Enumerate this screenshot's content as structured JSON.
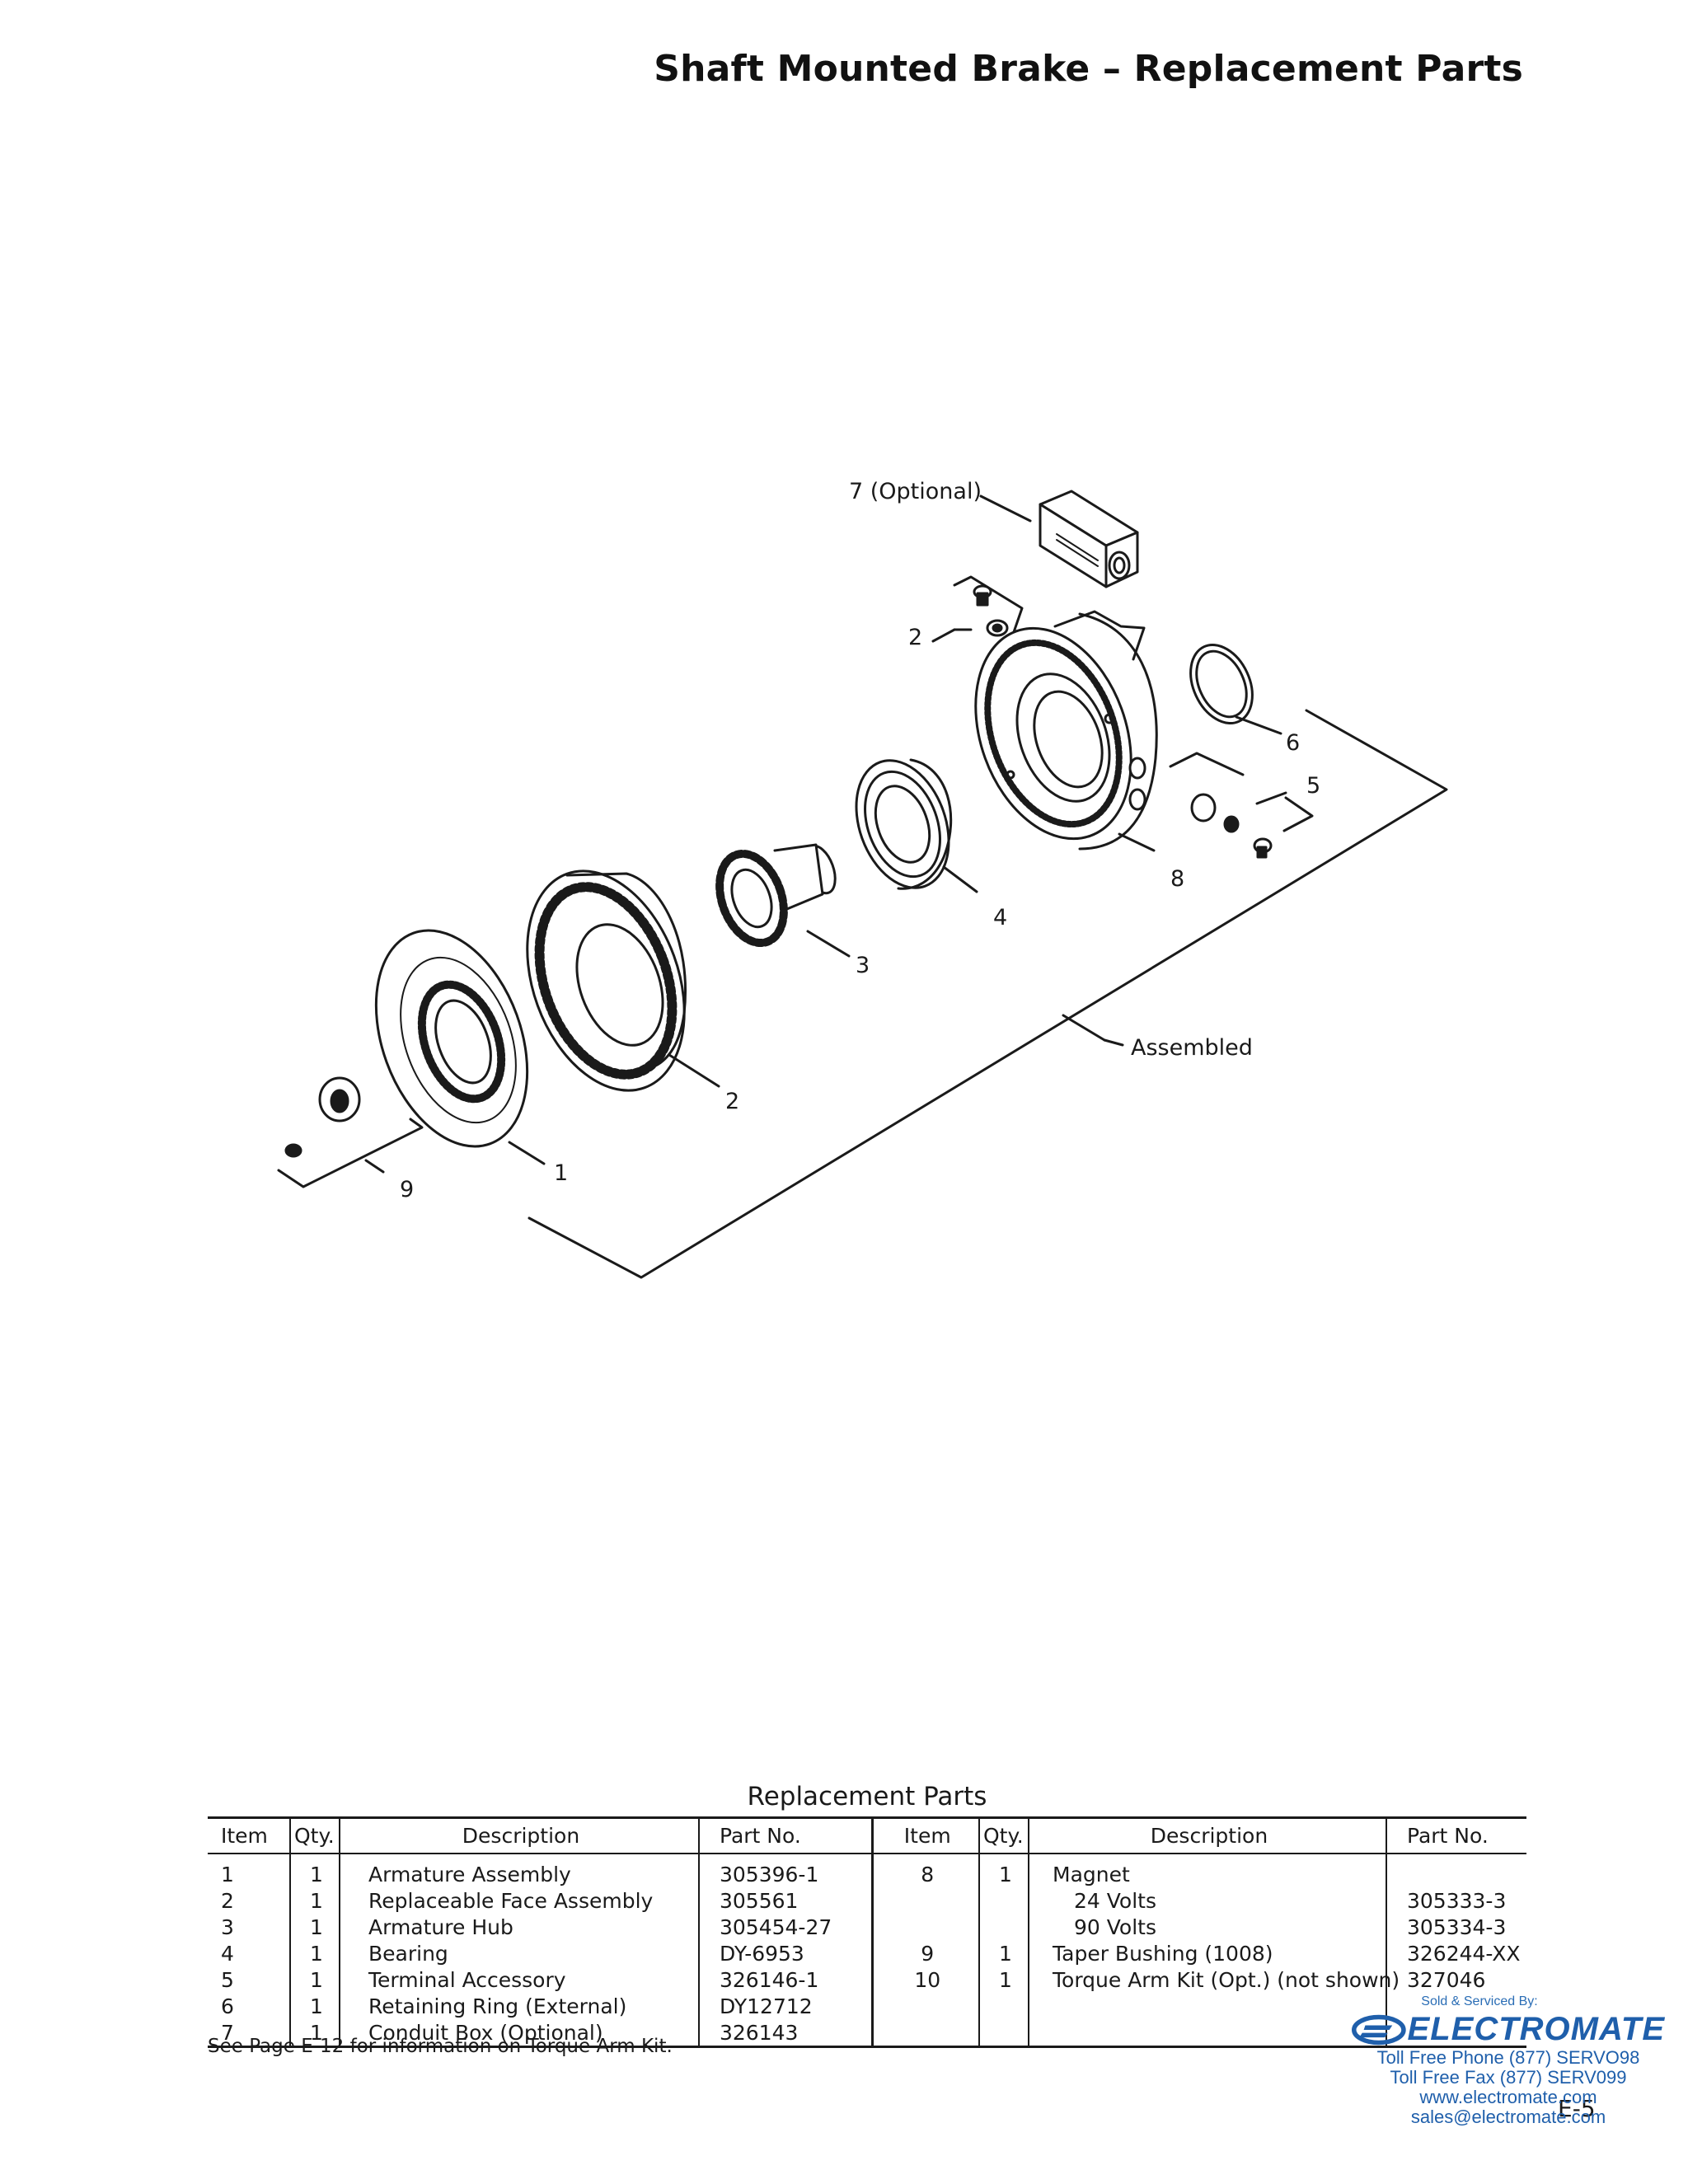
{
  "page": {
    "title": "Shaft Mounted Brake – Replacement Parts",
    "page_number": "E-5",
    "footnote": "See Page E-12 for information on Torque Arm Kit."
  },
  "diagram": {
    "callouts": {
      "item7": "7 (Optional)",
      "item2_top": "2",
      "item6": "6",
      "item5": "5",
      "item8": "8",
      "item4": "4",
      "item3": "3",
      "assembled": "Assembled",
      "item2_bottom": "2",
      "item1": "1",
      "item9": "9"
    }
  },
  "table": {
    "title": "Replacement Parts",
    "headers": {
      "item": "Item",
      "qty": "Qty.",
      "description": "Description",
      "part_no": "Part No.",
      "item2": "Item",
      "qty2": "Qty.",
      "description2": "Description",
      "part_no2": "Part No."
    },
    "rows": [
      {
        "item": "1",
        "qty": "1",
        "desc": "Armature Assembly",
        "part": "305396-1",
        "item2": "8",
        "qty2": "1",
        "desc2": "Magnet",
        "part2": ""
      },
      {
        "item": "2",
        "qty": "1",
        "desc": "Replaceable Face Assembly",
        "part": "305561",
        "item2": "",
        "qty2": "",
        "desc2": "24 Volts",
        "part2": "305333-3"
      },
      {
        "item": "3",
        "qty": "1",
        "desc": "Armature Hub",
        "part": "305454-27",
        "item2": "",
        "qty2": "",
        "desc2": "90 Volts",
        "part2": "305334-3"
      },
      {
        "item": "4",
        "qty": "1",
        "desc": "Bearing",
        "part": "DY-6953",
        "item2": "9",
        "qty2": "1",
        "desc2": "Taper Bushing (1008)",
        "part2": "326244-XX"
      },
      {
        "item": "5",
        "qty": "1",
        "desc": "Terminal Accessory",
        "part": "326146-1",
        "item2": "10",
        "qty2": "1",
        "desc2": "Torque Arm Kit (Opt.) (not shown)",
        "part2": "327046"
      },
      {
        "item": "6",
        "qty": "1",
        "desc": "Retaining Ring (External)",
        "part": "DY12712",
        "item2": "",
        "qty2": "",
        "desc2": "",
        "part2": ""
      },
      {
        "item": "7",
        "qty": "1",
        "desc": "Conduit Box (Optional)",
        "part": "326143",
        "item2": "",
        "qty2": "",
        "desc2": "",
        "part2": ""
      }
    ]
  },
  "dealer": {
    "sold_by": "Sold & Serviced By:",
    "brand": "ELECTROMATE",
    "phone": "Toll Free Phone  (877) SERVO98",
    "fax": "Toll Free Fax  (877) SERV099",
    "website": "www.electromate.com",
    "email": "sales@electromate.com"
  }
}
